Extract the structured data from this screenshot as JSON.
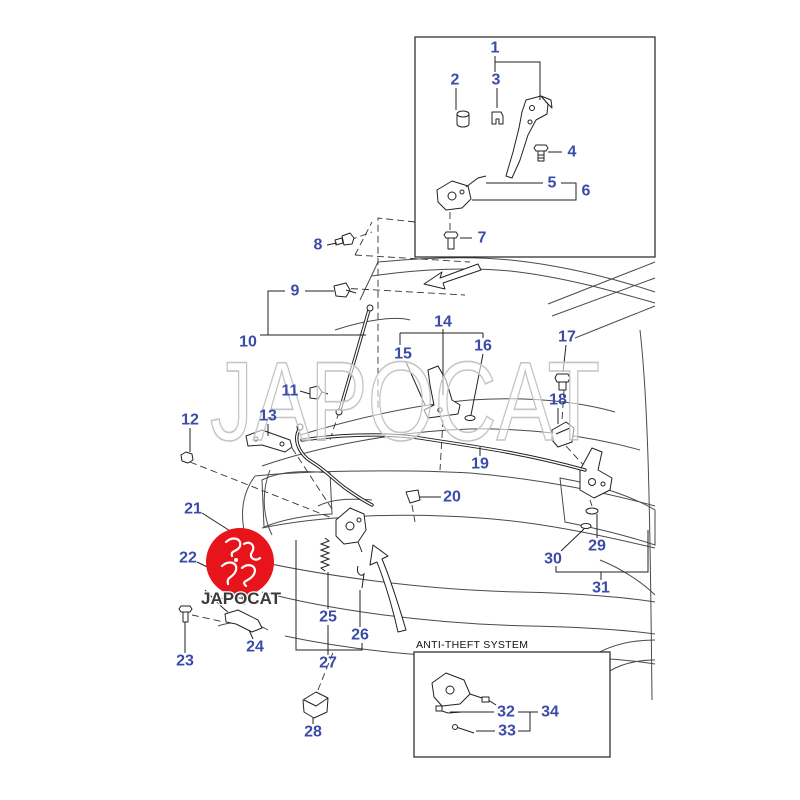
{
  "diagram": {
    "callouts": [
      "1",
      "2",
      "3",
      "4",
      "5",
      "6",
      "7",
      "8",
      "9",
      "10",
      "11",
      "12",
      "13",
      "14",
      "15",
      "16",
      "17",
      "18",
      "19",
      "20",
      "21",
      "22",
      "23",
      "24",
      "25",
      "26",
      "27",
      "28",
      "29",
      "30",
      "31",
      "32",
      "33",
      "34"
    ],
    "anti_theft_title": "ANTI-THEFT SYSTEM"
  },
  "watermark": {
    "text": "JAPOCAT"
  },
  "logo": {
    "text": "JAPOCAT"
  },
  "colors": {
    "callout": "#3b4ba8",
    "logo_red": "#e8141b",
    "line": "#222222",
    "watermark_outline": "#c4c4c4"
  }
}
